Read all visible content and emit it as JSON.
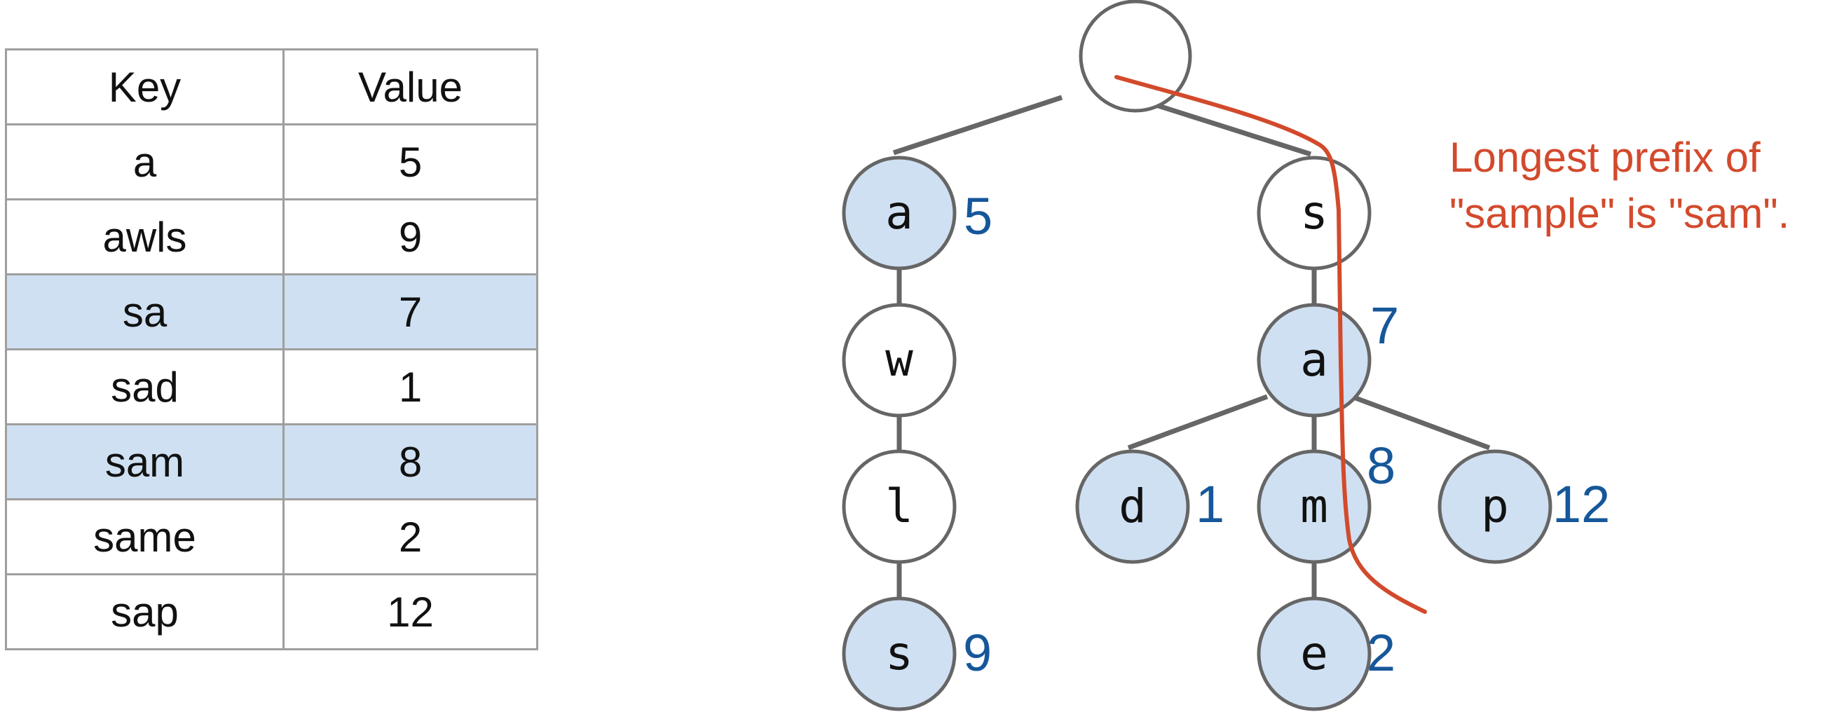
{
  "table": {
    "headers": {
      "key": "Key",
      "value": "Value"
    },
    "rows": [
      {
        "key": "a",
        "value": "5",
        "highlighted": false
      },
      {
        "key": "awls",
        "value": "9",
        "highlighted": false
      },
      {
        "key": "sa",
        "value": "7",
        "highlighted": true
      },
      {
        "key": "sad",
        "value": "1",
        "highlighted": false
      },
      {
        "key": "sam",
        "value": "8",
        "highlighted": true
      },
      {
        "key": "same",
        "value": "2",
        "highlighted": false
      },
      {
        "key": "sap",
        "value": "12",
        "highlighted": false
      }
    ]
  },
  "trie": {
    "nodes": [
      {
        "id": "root",
        "letter": "",
        "value": "",
        "has_value": false
      },
      {
        "id": "a",
        "letter": "a",
        "value": "5",
        "has_value": true
      },
      {
        "id": "aw",
        "letter": "w",
        "value": "",
        "has_value": false
      },
      {
        "id": "awl",
        "letter": "l",
        "value": "",
        "has_value": false
      },
      {
        "id": "awls",
        "letter": "s",
        "value": "9",
        "has_value": true
      },
      {
        "id": "s",
        "letter": "s",
        "value": "",
        "has_value": false
      },
      {
        "id": "sa",
        "letter": "a",
        "value": "7",
        "has_value": true
      },
      {
        "id": "sad",
        "letter": "d",
        "value": "1",
        "has_value": true
      },
      {
        "id": "sam",
        "letter": "m",
        "value": "8",
        "has_value": true
      },
      {
        "id": "sap",
        "letter": "p",
        "value": "12",
        "has_value": true
      },
      {
        "id": "same",
        "letter": "e",
        "value": "2",
        "has_value": true
      }
    ],
    "edges": [
      [
        "root",
        "a"
      ],
      [
        "root",
        "s"
      ],
      [
        "a",
        "aw"
      ],
      [
        "aw",
        "awl"
      ],
      [
        "awl",
        "awls"
      ],
      [
        "s",
        "sa"
      ],
      [
        "sa",
        "sad"
      ],
      [
        "sa",
        "sam"
      ],
      [
        "sa",
        "sap"
      ],
      [
        "sam",
        "same"
      ]
    ]
  },
  "annotation": {
    "line1": "Longest prefix of",
    "line2": "\"sample\" is \"sam\"."
  },
  "colors": {
    "node_fill_with_value": "#cfe0f2",
    "node_fill_empty": "#ffffff",
    "node_stroke": "#666666",
    "edge": "#666666",
    "value_text": "#16579a",
    "search_path": "#d24a2c"
  }
}
